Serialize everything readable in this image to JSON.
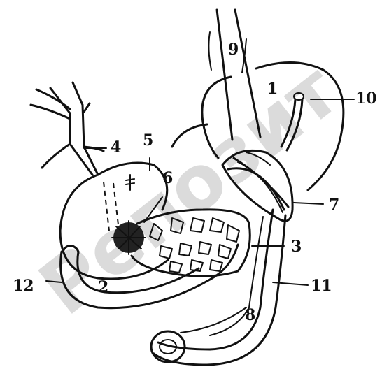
{
  "watermark": "Репозит",
  "labels": {
    "l1": "1",
    "l2": "2",
    "l3": "3",
    "l4": "4",
    "l5": "5",
    "l6": "6",
    "l7": "7",
    "l8": "8",
    "l9": "9",
    "l10": "10",
    "l11": "11",
    "l12": "12"
  }
}
